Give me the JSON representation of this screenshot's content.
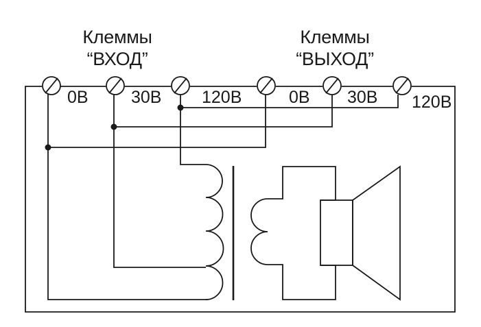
{
  "groups": {
    "input": {
      "title": "Клеммы",
      "subtitle": "“ВХОД”"
    },
    "output": {
      "title": "Клеммы",
      "subtitle": "“ВЫХОД”"
    }
  },
  "terminals": {
    "input": [
      "0В",
      "30В",
      "120В"
    ],
    "output": [
      "0В",
      "30В",
      "120В"
    ]
  },
  "colors": {
    "line": "#1a1a1a",
    "background": "#ffffff"
  }
}
